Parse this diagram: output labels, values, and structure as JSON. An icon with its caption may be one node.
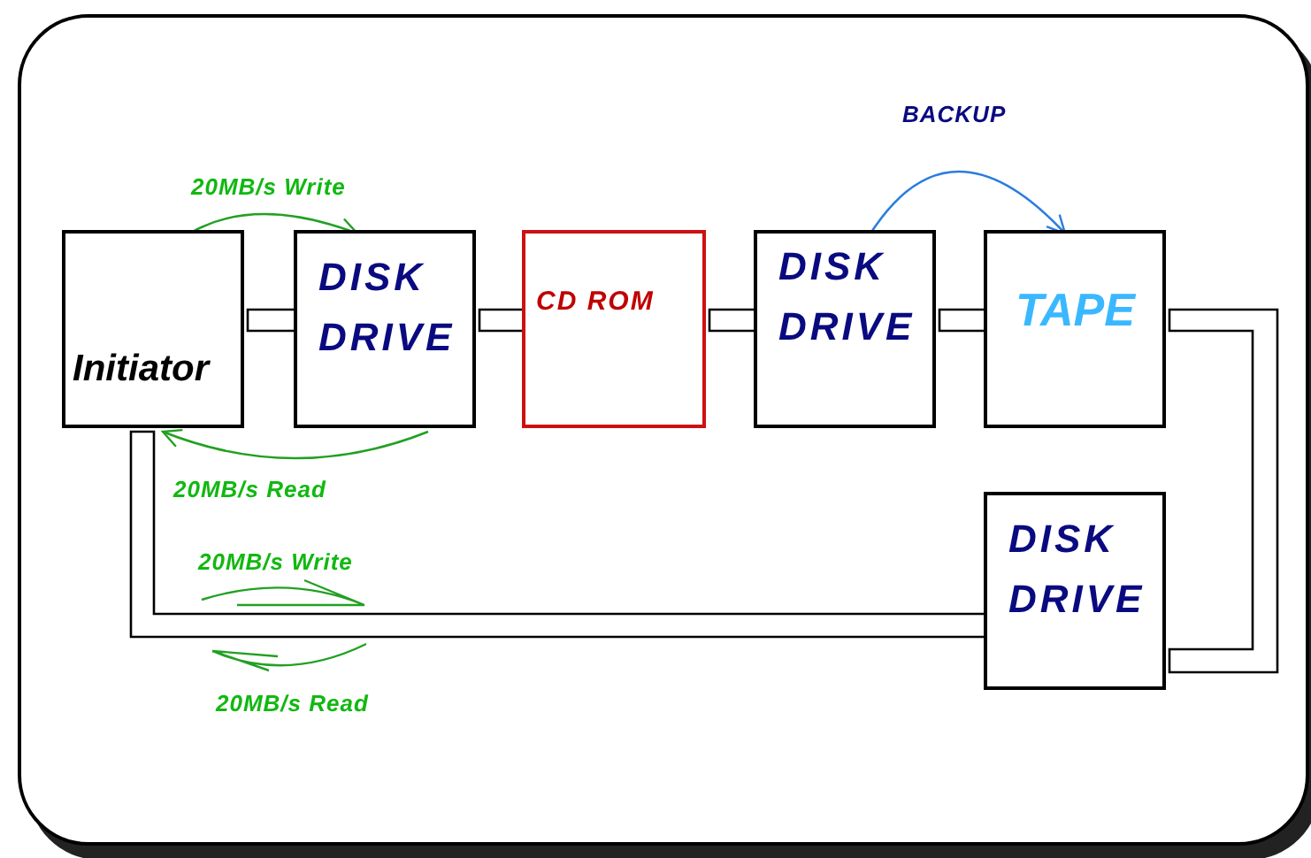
{
  "diagram": {
    "nodes": [
      {
        "text": [],
        "shape": "box"
      },
      {
        "text": [
          "Initiator"
        ],
        "in": 0
      },
      {
        "text": [
          "DISK DRIVE"
        ],
        "in": 0
      },
      {
        "text": [
          "CD ROM"
        ],
        "in": 0
      },
      {
        "text": [
          "DISK DRIVE"
        ],
        "in": 0
      },
      {
        "text": [
          "TAPE"
        ],
        "in": 0
      },
      {
        "text": [
          "DISK DRIVE"
        ],
        "in": 0
      }
    ],
    "edges": [
      {
        "from": 1,
        "to": 2,
        "arrow": "none"
      },
      {
        "from": 2,
        "to": 3,
        "arrow": "none"
      },
      {
        "from": 3,
        "to": 4,
        "arrow": "none"
      },
      {
        "from": 4,
        "to": 5,
        "arrow": "none"
      },
      {
        "from": 5,
        "to": 6,
        "arrow": "none"
      },
      {
        "from": 6,
        "to": 1,
        "arrow": "none"
      },
      {
        "from": 1,
        "to": 2,
        "arrow": "to",
        "label": "20MB/s Write",
        "color": "#22a022"
      },
      {
        "from": 2,
        "to": 1,
        "arrow": "to",
        "label": "20MB/s Read",
        "color": "#22a022"
      },
      {
        "from": 4,
        "to": 5,
        "arrow": "to",
        "label": "BACKUP",
        "color": "#2a7de0"
      }
    ],
    "labels": [
      "20MB/s Write",
      "20MB/s Read"
    ]
  }
}
